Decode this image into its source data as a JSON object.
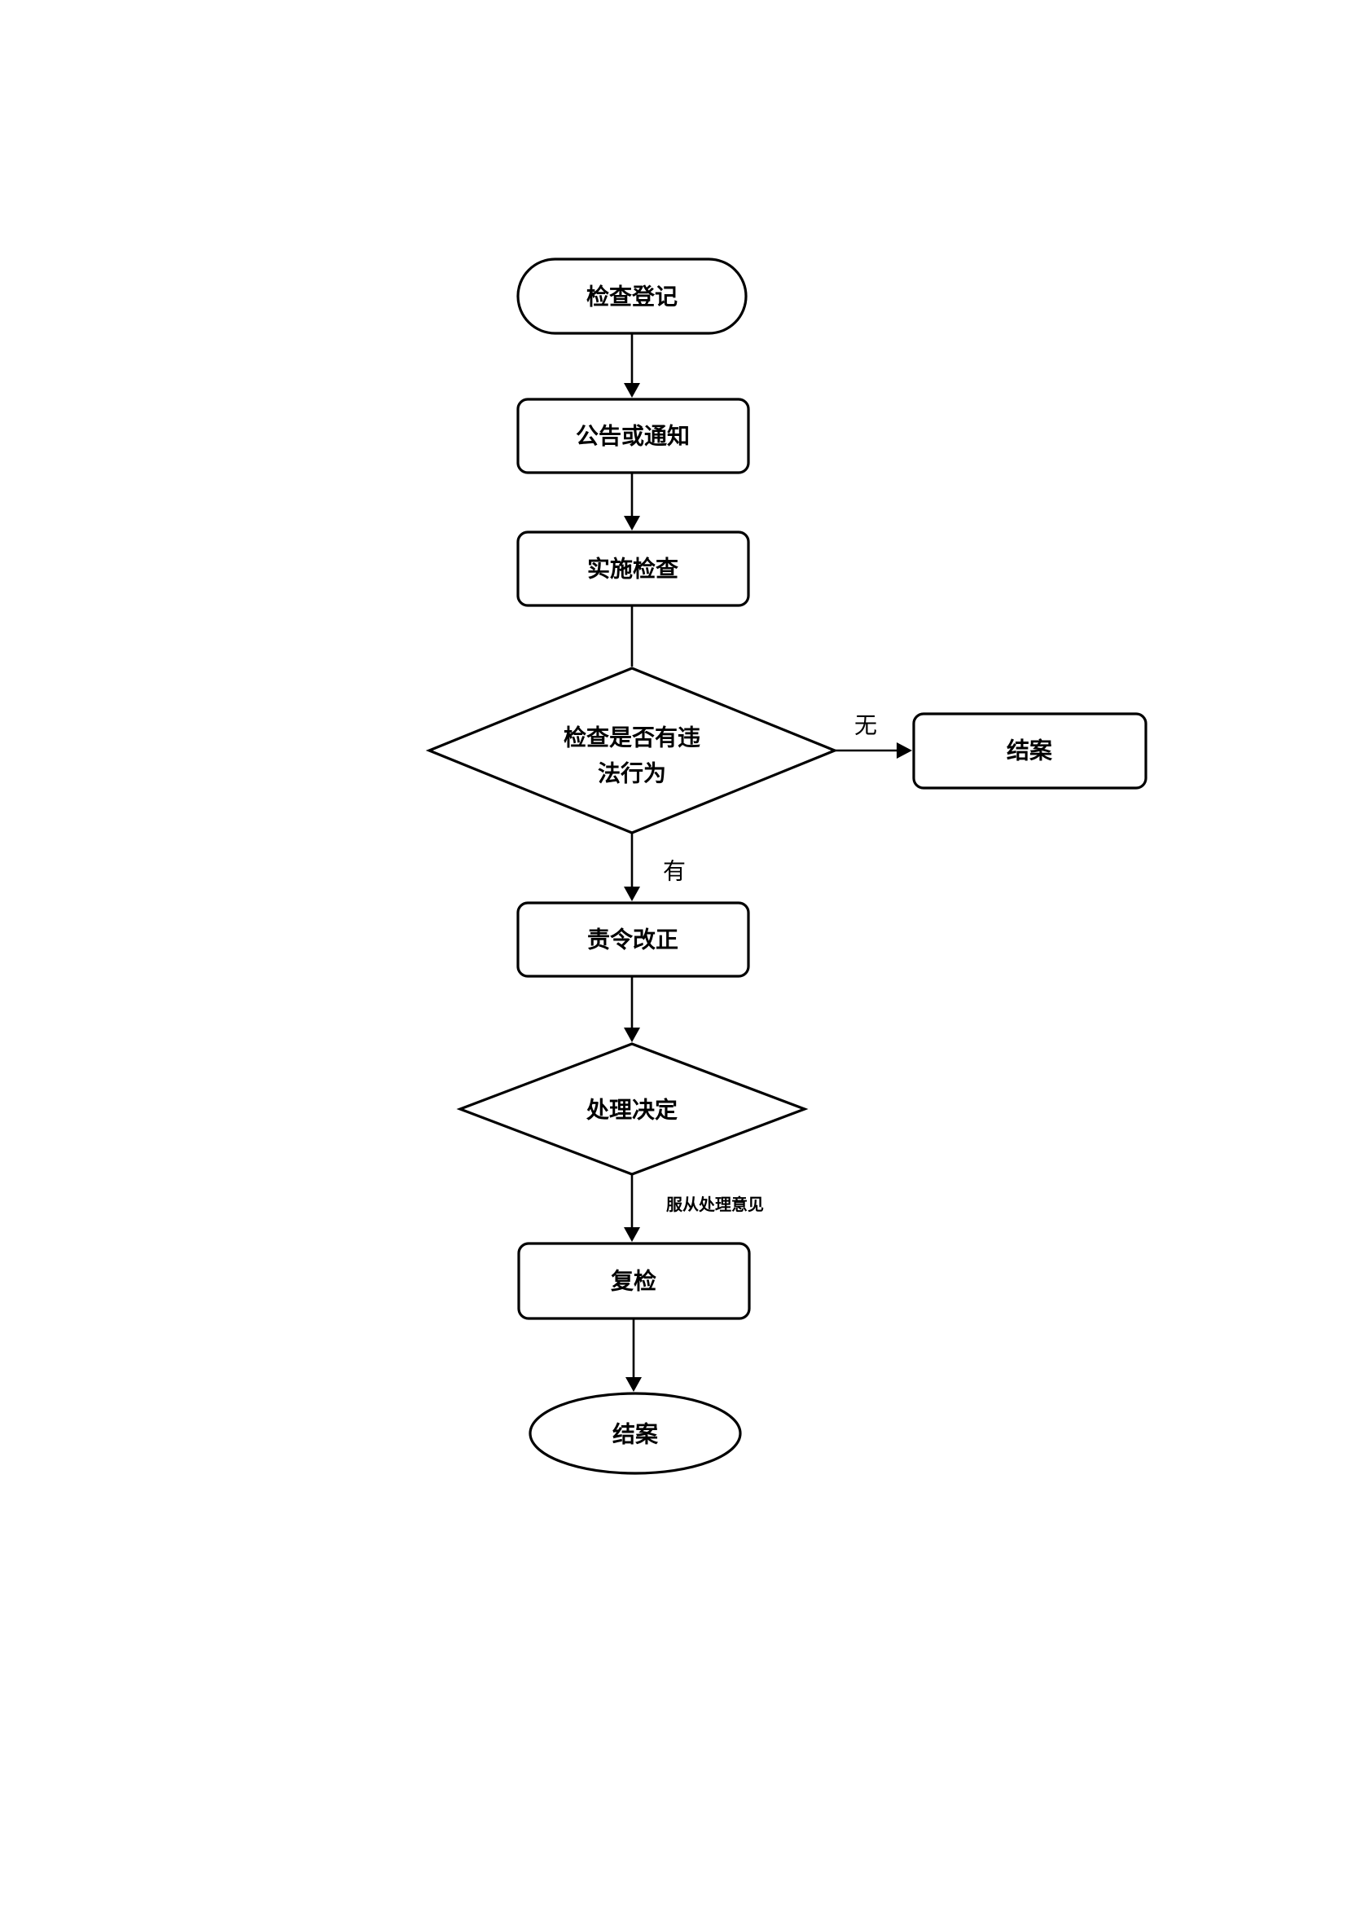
{
  "diagram": {
    "type": "flowchart",
    "nodes": {
      "start": {
        "label": "检查登记",
        "shape": "terminator"
      },
      "notice": {
        "label": "公告或通知",
        "shape": "process"
      },
      "inspect": {
        "label": "实施检查",
        "shape": "process"
      },
      "violation_check": {
        "label_line1": "检查是否有违",
        "label_line2": "法行为",
        "shape": "decision"
      },
      "close_no_violation": {
        "label": "结案",
        "shape": "process"
      },
      "order_correction": {
        "label": "责令改正",
        "shape": "process"
      },
      "decision": {
        "label": "处理决定",
        "shape": "decision"
      },
      "reinspect": {
        "label": "复检",
        "shape": "process"
      },
      "end": {
        "label": "结案",
        "shape": "ellipse"
      }
    },
    "edges": {
      "no_violation": {
        "label": "无"
      },
      "has_violation": {
        "label": "有"
      },
      "comply": {
        "label": "服从处理意见"
      }
    }
  }
}
